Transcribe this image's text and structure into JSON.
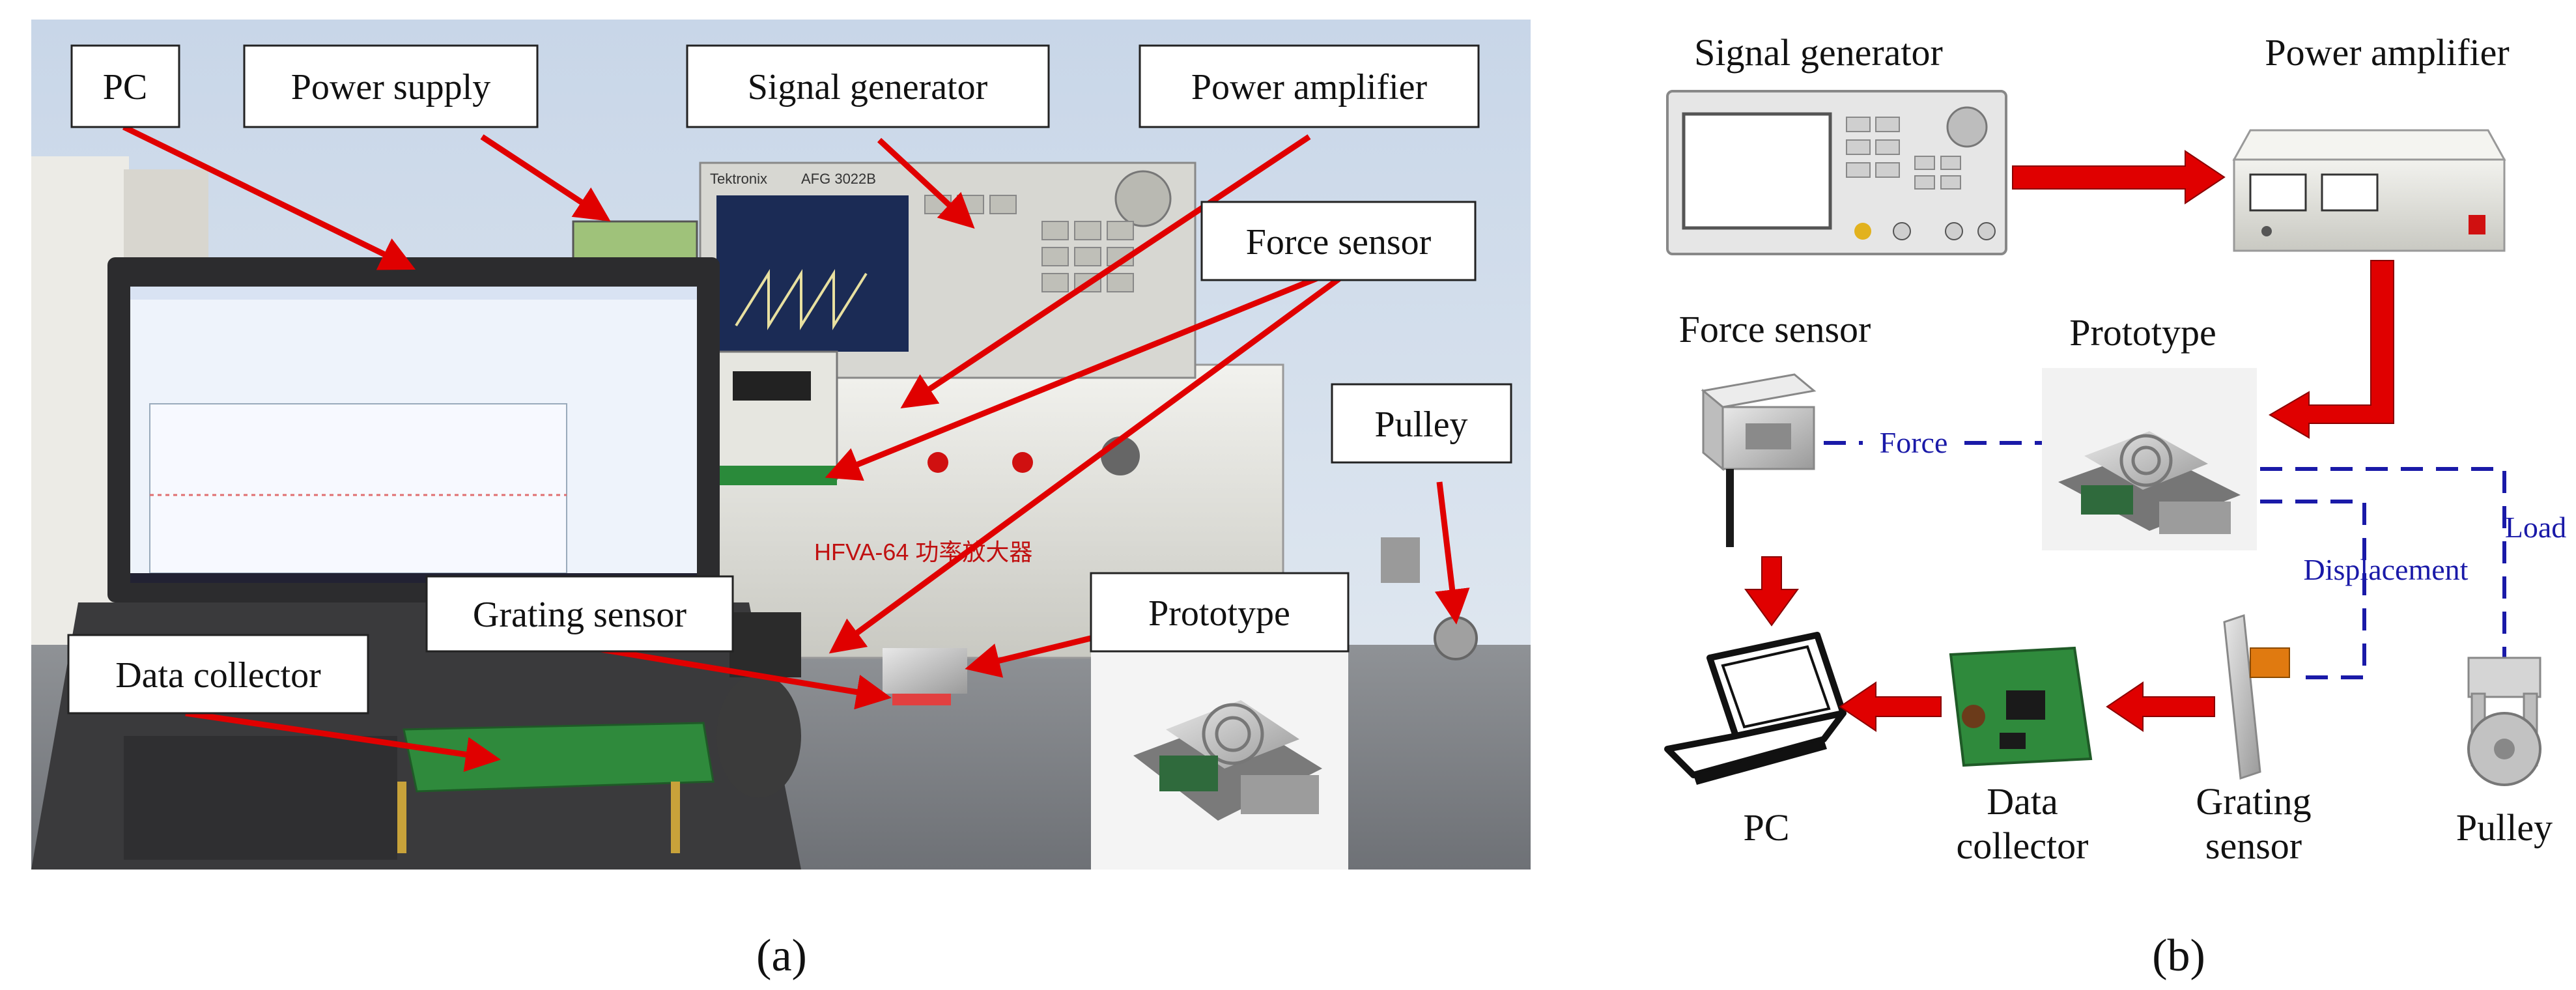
{
  "panel_a": {
    "caption": "(a)",
    "callouts": {
      "pc": "PC",
      "power_supply": "Power supply",
      "signal_generator": "Signal generator",
      "power_amplifier": "Power amplifier",
      "force_sensor": "Force sensor",
      "pulley": "Pulley",
      "prototype": "Prototype",
      "grating_sensor": "Grating sensor",
      "data_collector": "Data collector"
    },
    "printed_text": {
      "sg_brand": "Tektronix",
      "sg_model": "AFG 3022B",
      "amp_model": "HFVA-64 功率放大器"
    }
  },
  "panel_b": {
    "caption": "(b)",
    "labels": {
      "signal_generator": "Signal generator",
      "power_amplifier": "Power amplifier",
      "force_sensor": "Force sensor",
      "prototype": "Prototype",
      "pc": "PC",
      "data_collector_1": "Data",
      "data_collector_2": "collector",
      "grating_sensor_1": "Grating",
      "grating_sensor_2": "sensor",
      "pulley": "Pulley"
    },
    "links": {
      "force": "Force",
      "displacement": "Displacement",
      "load": "Load"
    }
  },
  "colors": {
    "arrow_red": "#e00000",
    "link_blue": "#1a1aa8",
    "callout_border": "#222222"
  }
}
